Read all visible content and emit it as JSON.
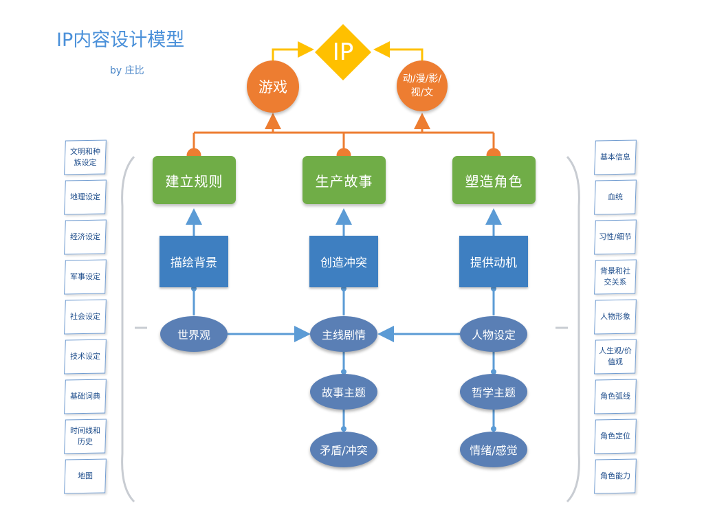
{
  "title": "IP内容设计模型",
  "author": "by 庄比",
  "top": {
    "ip": "IP",
    "game": "游戏",
    "media": "动/漫/影/视/文"
  },
  "pillars": [
    {
      "label": "建立规则",
      "action": "描绘背景",
      "core": "世界观"
    },
    {
      "label": "生产故事",
      "action": "创造冲突",
      "core": "主线剧情"
    },
    {
      "label": "塑造角色",
      "action": "提供动机",
      "core": "人物设定"
    }
  ],
  "story_nodes": [
    "故事主题",
    "矛盾/冲突"
  ],
  "character_nodes": [
    "哲学主题",
    "情绪/感觉"
  ],
  "left_cards": [
    "文明和种族设定",
    "地理设定",
    "经济设定",
    "军事设定",
    "社会设定",
    "技术设定",
    "基础词典",
    "时间线和历史",
    "地图"
  ],
  "right_cards": [
    "基本信息",
    "血统",
    "习性/细节",
    "背景和社交关系",
    "人物形象",
    "人生观/价值观",
    "角色弧线",
    "角色定位",
    "角色能力"
  ],
  "colors": {
    "orange": "#ed7d31",
    "gold": "#ffc000",
    "green": "#70ad47",
    "blue": "#3e7fc1",
    "ellipse": "#5a7fb5",
    "arrow": "#5b9bd5"
  }
}
